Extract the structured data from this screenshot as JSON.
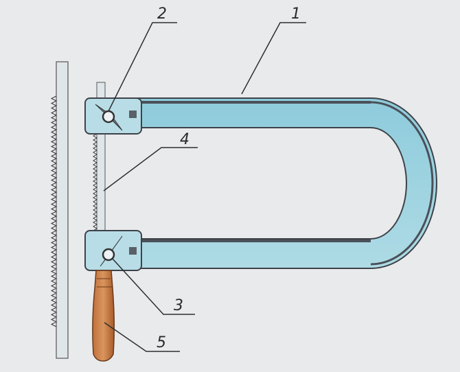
{
  "diagram": {
    "callouts": [
      {
        "id": "frame",
        "number": "1"
      },
      {
        "id": "top-clamp",
        "number": "2"
      },
      {
        "id": "bottom-clamp",
        "number": "3"
      },
      {
        "id": "blade",
        "number": "4"
      },
      {
        "id": "handle",
        "number": "5"
      }
    ],
    "colors": {
      "paper": "#e9eaec",
      "frame_fill": "#9dd1de",
      "frame_outline": "#3d4248",
      "clamp_fill": "#b8dde6",
      "handle_fill": "#b5652f",
      "pencil": "#2e2e2e"
    }
  }
}
